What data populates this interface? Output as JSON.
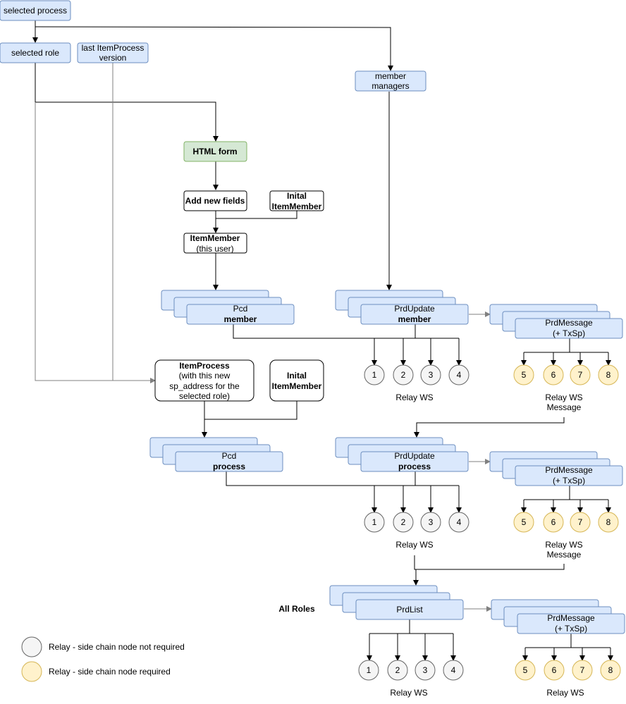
{
  "colors": {
    "blue_fill": "#dae8fc",
    "blue_stroke": "#6c8ebf",
    "green_fill": "#d5e8d4",
    "green_stroke": "#82b366",
    "grey_fill": "#f5f5f5",
    "grey_stroke": "#666666",
    "yellow_fill": "#fff2cc",
    "yellow_stroke": "#d6b656",
    "line": "#000000",
    "grey_line": "#808080"
  },
  "boxes": {
    "selected_process": "selected process",
    "selected_role": "selected role",
    "last_itemprocess_l1": "last ItemProcess",
    "last_itemprocess_l2": "version",
    "member_managers_l1": "member",
    "member_managers_l2": "managers",
    "html_form": "HTML form",
    "add_new_fields": "Add new fields",
    "initial_itemmember_1_l1": "Inital",
    "initial_itemmember_1_l2": "ItemMember",
    "itemmember_l1": "ItemMember",
    "itemmember_l2": "(this user)",
    "itemprocess_l1": "ItemProcess",
    "itemprocess_l2": "(with this new",
    "itemprocess_l3": "sp_address for the",
    "itemprocess_l4": "selected role)",
    "initial_itemmember_2_l1": "Inital",
    "initial_itemmember_2_l2": "ItemMember"
  },
  "stacks": {
    "pcd_member_l1": "Pcd",
    "pcd_member_l2": "member",
    "pcd_process_l1": "Pcd",
    "pcd_process_l2": "process",
    "prdupdate_member_l1": "PrdUpdate",
    "prdupdate_member_l2": "member",
    "prdupdate_process_l1": "PrdUpdate",
    "prdupdate_process_l2": "process",
    "prdlist": "PrdList",
    "prdmessage_l1": "PrdMessage",
    "prdmessage_l2": "(+ TxSp)"
  },
  "relay_numbers_grey": [
    "1",
    "2",
    "3",
    "4"
  ],
  "relay_numbers_yellow": [
    "5",
    "6",
    "7",
    "8"
  ],
  "captions": {
    "relay_ws": "Relay WS",
    "relay_ws_message_l1": "Relay WS",
    "relay_ws_message_l2": "Message",
    "all_roles": "All Roles"
  },
  "legend": {
    "not_required": "Relay - side chain node not required",
    "required": "Relay - side chain node required"
  }
}
